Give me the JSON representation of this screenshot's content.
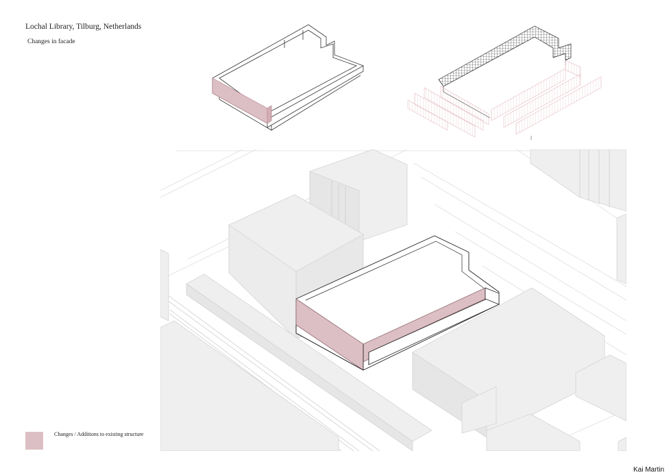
{
  "header": {
    "title": "Lochal Library, Tilburg, Netherlands",
    "subtitle": "Changes in facade"
  },
  "legend": {
    "label": "Changes / Additions to existing structure",
    "color": "#dcbfc4"
  },
  "footer": {
    "author": "Kai Martin"
  },
  "colors": {
    "highlight": "#dcbfc4",
    "highlight_stroke": "#b98790",
    "context_fill": "#efefef",
    "context_stroke": "#d6d6d6",
    "line": "#333333"
  }
}
